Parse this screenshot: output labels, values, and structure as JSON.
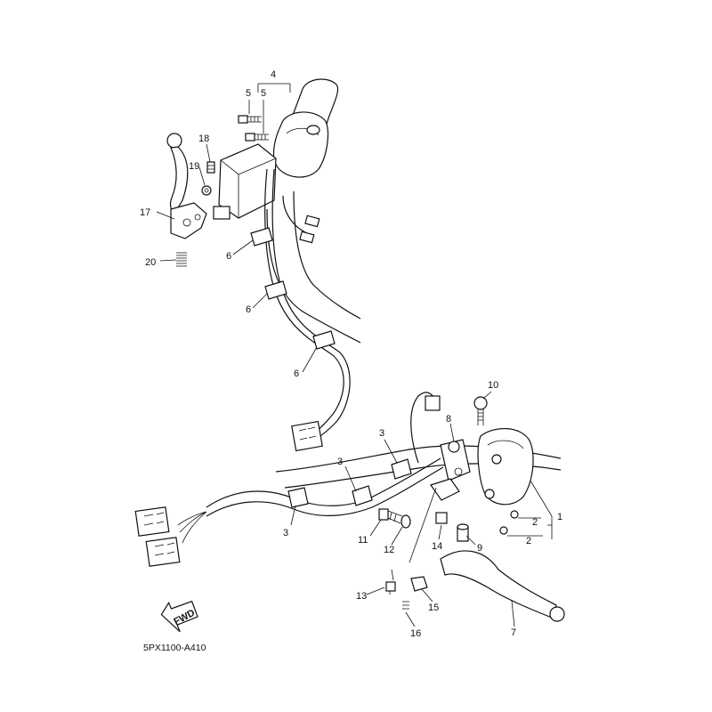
{
  "diagram": {
    "code": "5PX1100-A410",
    "fwd_text": "FWD",
    "labels": {
      "p1": "1",
      "p2a": "2",
      "p2b": "2",
      "p3a": "3",
      "p3b": "3",
      "p3c": "3",
      "p4": "4",
      "p5a": "5",
      "p5b": "5",
      "p6a": "6",
      "p6b": "6",
      "p6c": "6",
      "p7": "7",
      "p8": "8",
      "p9": "9",
      "p10": "10",
      "p11": "11",
      "p12": "12",
      "p13": "13",
      "p14": "14",
      "p15": "15",
      "p16": "16",
      "p17": "17",
      "p18": "18",
      "p19": "19",
      "p20": "20"
    }
  }
}
